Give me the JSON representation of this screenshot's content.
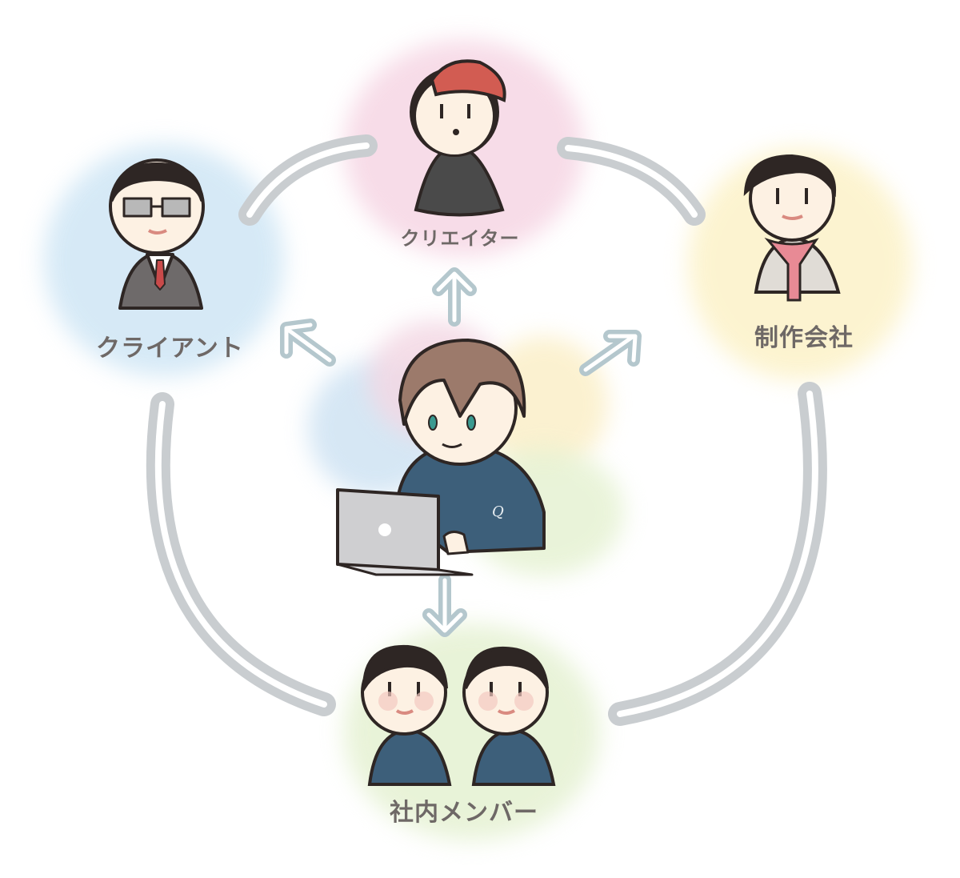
{
  "diagram": {
    "center": {
      "name": "self",
      "description": "person with brown hair in navy hoodie using laptop"
    },
    "nodes": [
      {
        "id": "client",
        "label": "クライアント",
        "bg_color": "#cfe6f5",
        "position": "left"
      },
      {
        "id": "creator",
        "label": "クリエイター",
        "bg_color": "#f5d3e2",
        "position": "top"
      },
      {
        "id": "production",
        "label": "制作会社",
        "bg_color": "#fbf0c4",
        "position": "right"
      },
      {
        "id": "members",
        "label": "社内メンバー",
        "bg_color": "#e3f0cf",
        "position": "bottom"
      }
    ],
    "arrows": [
      {
        "from": "center",
        "to": "client",
        "direction": "up-left"
      },
      {
        "from": "center",
        "to": "creator",
        "direction": "up"
      },
      {
        "from": "center",
        "to": "production",
        "direction": "up-right"
      },
      {
        "from": "center",
        "to": "members",
        "direction": "down"
      }
    ],
    "colors": {
      "arrow": "#b4c7cd",
      "ring": "#c9cdd0",
      "text": "#6e6866",
      "hoodie": "#3d5f7a",
      "hair": "#9c7a6b"
    }
  }
}
